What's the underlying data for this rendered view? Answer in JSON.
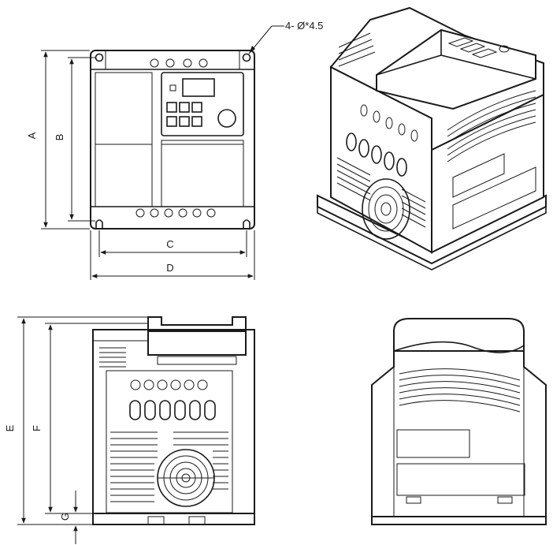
{
  "labels": {
    "hole_callout": "4- Ø*4.5",
    "dim_a": "A",
    "dim_b": "B",
    "dim_c": "C",
    "dim_d": "D",
    "dim_e": "E",
    "dim_f": "F",
    "dim_g": "G"
  }
}
